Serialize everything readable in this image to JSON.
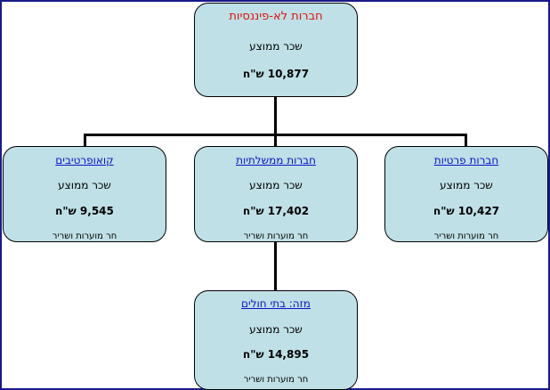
{
  "diagram": {
    "root": {
      "title": "חברות לא-פיננסיות",
      "subtitle": "שכר ממוצע",
      "value": "10,877  ש\"ח"
    },
    "children": [
      {
        "title": "קואופרטיבים",
        "subtitle": "שכר ממוצע",
        "value": "9,545  ש\"ח",
        "extra": "חר מוערות ושריר"
      },
      {
        "title": "חברות ממשלתיות",
        "subtitle": "שכר ממוצע",
        "value": "17,402  ש\"ח",
        "extra": "חר מוערות ושריר"
      },
      {
        "title": "חברות פרטיות",
        "subtitle": "שכר ממוצע",
        "value": "10,427  ש\"ח",
        "extra": "חר מוערות ושריר"
      }
    ],
    "grandchild": {
      "title": "מזה: בתי חולים",
      "subtitle": "שכר ממוצע",
      "value": "14,895  ש\"ח",
      "extra": "חר מוערות ושריר"
    }
  },
  "colors": {
    "node_fill": "#bfe0e6",
    "root_title": "#e01010",
    "link_title": "#1010c8",
    "frame_border": "#1a1a8c"
  }
}
